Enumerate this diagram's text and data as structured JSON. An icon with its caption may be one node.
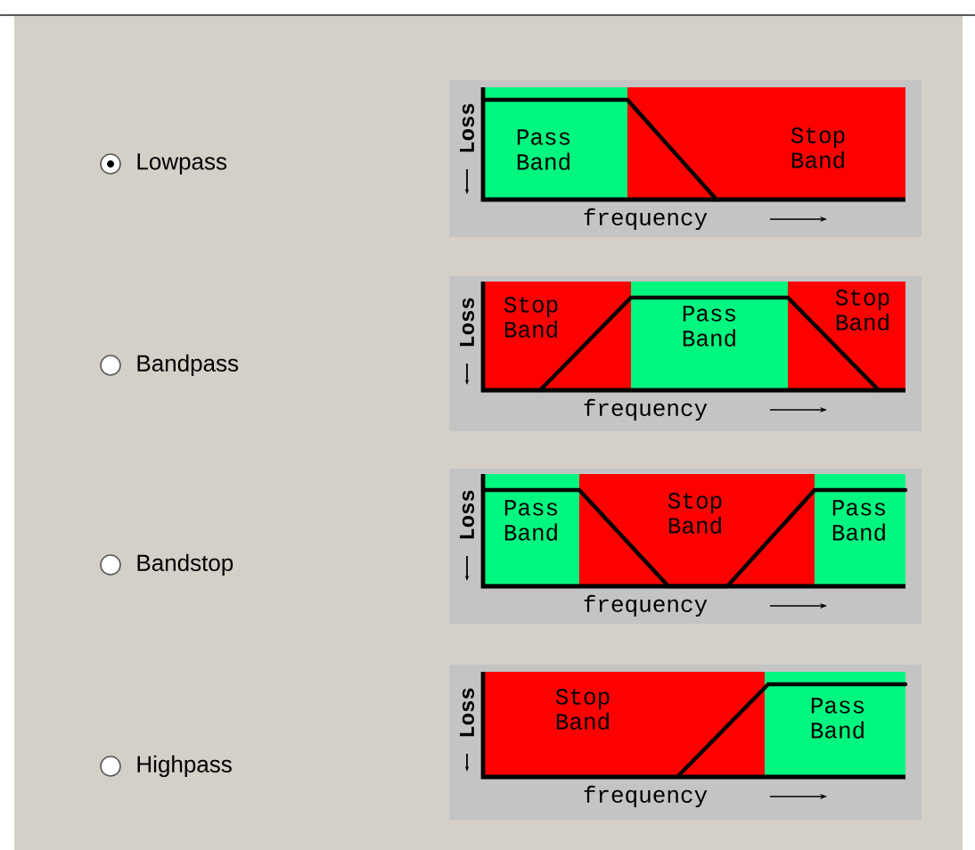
{
  "diagram": {
    "nodes": [
      {
        "text": [
          "Loss",
          "frequency"
        ]
      },
      {
        "text": [
          "Pass Band"
        ],
        "in": 0
      },
      {
        "text": [
          "Stop Band"
        ],
        "in": 0
      },
      {
        "text": [
          "Loss",
          "frequency"
        ]
      },
      {
        "text": [
          "Stop Band"
        ],
        "in": 3
      },
      {
        "text": [
          "Pass Band"
        ],
        "in": 3
      },
      {
        "text": [
          "Stop Band"
        ],
        "in": 3
      },
      {
        "text": [
          "Loss",
          "frequency"
        ]
      },
      {
        "text": [
          "Pass Band"
        ],
        "in": 7
      },
      {
        "text": [
          "Stop Band"
        ],
        "in": 7
      },
      {
        "text": [
          "Pass Band"
        ],
        "in": 7
      },
      {
        "text": [
          "Loss",
          "frequency"
        ]
      },
      {
        "text": [
          "Stop Band"
        ],
        "in": 11
      },
      {
        "text": [
          "Pass Band"
        ],
        "in": 11
      }
    ],
    "labels": [
      "Lowpass",
      "Bandpass",
      "Bandstop",
      "Highpass"
    ]
  }
}
